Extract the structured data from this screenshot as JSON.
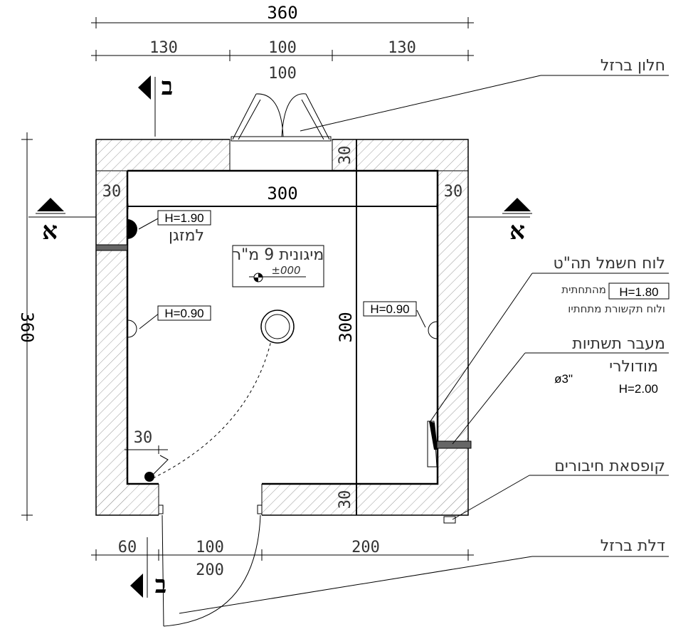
{
  "dimensions": {
    "top_total": "360",
    "top_left": "130",
    "top_mid": "100",
    "top_right": "130",
    "window_width": "100",
    "inner_width": "300",
    "wall_left": "30",
    "wall_right": "30",
    "wall_top": "30",
    "wall_bottom": "30",
    "left_total": "360",
    "inner_height": "300",
    "door_offset": "30",
    "bottom_left": "60",
    "bottom_mid": "100",
    "bottom_right": "200",
    "bottom_total": "200"
  },
  "sections": {
    "a_left": "א",
    "a_right": "א",
    "b_top": "ב",
    "b_bottom": "ב"
  },
  "labels": {
    "steel_window": "חלון ברזל",
    "electric_panel": "לוח חשמל תה\"ט",
    "panel_note_1": "מהתחתית",
    "panel_height": "H=1.80",
    "panel_note_2": "ולוח תקשורת מתחתיו",
    "infra_passage": "מעבר תשתיות",
    "modular": "מודולרי",
    "modular_size": "ø3\"",
    "modular_height": "H=2.00",
    "junction_box": "קופסאת חיבורים",
    "steel_door": "דלת ברזל",
    "ac_height": "H=1.90",
    "ac_label": "למזגן",
    "socket_left_height": "H=0.90",
    "socket_right_height": "H=0.90",
    "room_name": "מיגונית 9 מ\"ר",
    "level": "±000"
  }
}
